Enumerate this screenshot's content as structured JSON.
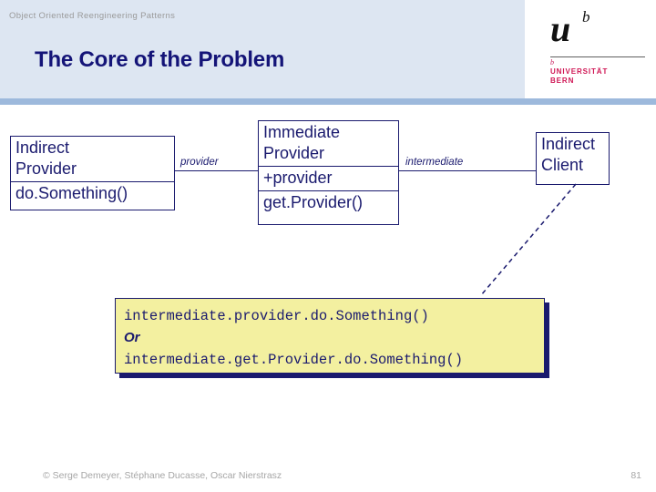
{
  "header": {
    "kicker": "Object Oriented Reengineering Patterns",
    "title": "The Core of the Problem"
  },
  "logo": {
    "letter": "u",
    "superscript": "b",
    "tick": "b",
    "wordmark_line1": "UNIVERSITÄT",
    "wordmark_line2": "BERN",
    "wordmark_color": "#cf1453"
  },
  "diagram": {
    "classes": [
      {
        "name": "indirect-provider",
        "title": "Indirect\nProvider",
        "title_line1": "Indirect",
        "title_line2": "Provider",
        "members": [
          "do.Something()"
        ]
      },
      {
        "name": "immediate-provider",
        "title_line1": "Immediate",
        "title_line2": "Provider",
        "attribute": "+provider",
        "operation": "get.Provider()"
      },
      {
        "name": "indirect-client",
        "title_line1": "Indirect",
        "title_line2": "Client"
      }
    ],
    "association_labels": {
      "left": "provider",
      "right": "intermediate"
    },
    "line_color": "#1a1a6e"
  },
  "note": {
    "line1": "intermediate.provider.do.Something()",
    "line2": "Or",
    "line3": "intermediate.get.Provider.do.Something()",
    "background": "#f3f0a0",
    "border": "#1a1a6e"
  },
  "footer": {
    "credit": "© Serge Demeyer, Stéphane Ducasse, Oscar Nierstrasz",
    "page": "81"
  }
}
